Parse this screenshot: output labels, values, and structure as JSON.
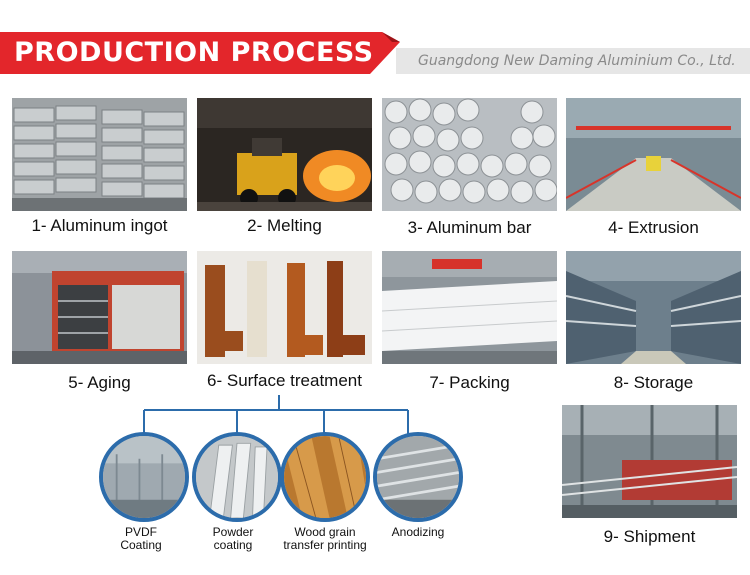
{
  "header": {
    "title": "PRODUCTION PROCESS",
    "company": "Guangdong New Daming Aluminium Co., Ltd."
  },
  "steps": [
    {
      "label": "1- Aluminum ingot"
    },
    {
      "label": "2- Melting"
    },
    {
      "label": "3- Aluminum bar"
    },
    {
      "label": "4- Extrusion"
    },
    {
      "label": "5- Aging"
    },
    {
      "label": "6- Surface treatment"
    },
    {
      "label": "7- Packing"
    },
    {
      "label": "8- Storage"
    },
    {
      "label": "9- Shipment"
    }
  ],
  "treatments": [
    {
      "line1": "PVDF",
      "line2": "Coating"
    },
    {
      "line1": "Powder",
      "line2": "coating"
    },
    {
      "line1": "Wood grain",
      "line2": "transfer printing"
    },
    {
      "line1": "Anodizing",
      "line2": ""
    }
  ],
  "colors": {
    "accent": "#e3262b",
    "connector": "#2c6cab"
  }
}
